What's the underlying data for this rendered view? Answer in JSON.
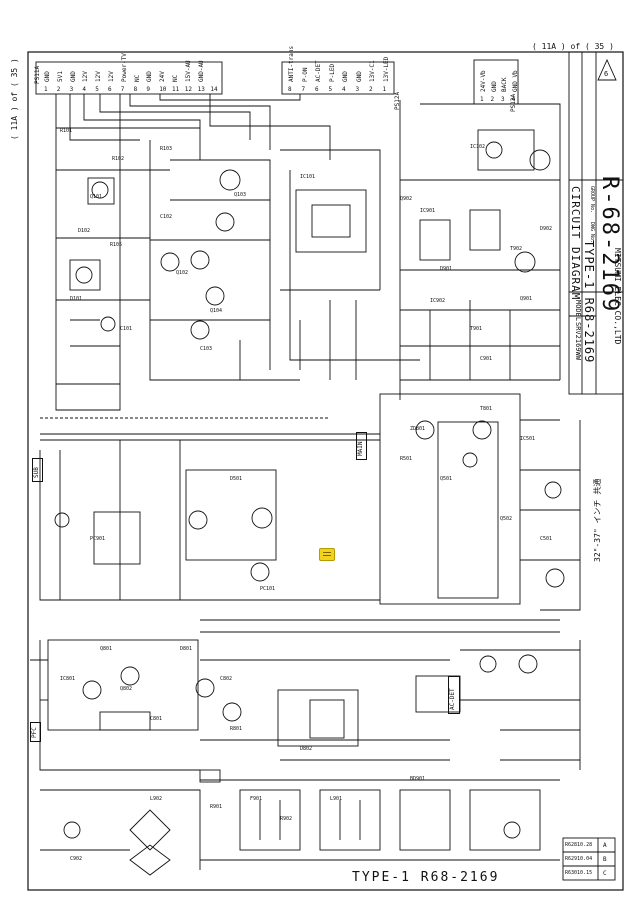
{
  "header": {
    "page_ref_top": "( 11A ) of ( 35 )",
    "page_ref_side": "( 11A ) of ( 35 )"
  },
  "title_block": {
    "model_label": "MODEL",
    "model_value": "SRV2169WW",
    "title": "CIRCUIT DIAGRAM",
    "group_label": "GROUP No.",
    "dwg_label": "DWG No.",
    "drawing_number": "R-68-2169",
    "type_line": "TYPE-1  R68-2169",
    "company": "MITSUMI ELEC.CO.,LTD",
    "revision": "6",
    "size_note": "32\"-37\" インチ 共通"
  },
  "blocks": {
    "sub": "SUB",
    "main": "MAIN",
    "acdet": "AC-DET",
    "pfc": "PFC"
  },
  "connectors": {
    "left": {
      "ref": "PS11A",
      "pins": [
        "1",
        "2",
        "3",
        "4",
        "5",
        "6",
        "7",
        "8",
        "9",
        "10",
        "11",
        "12",
        "13",
        "14"
      ],
      "signals": [
        "GND",
        "5V1",
        "GND",
        "12V",
        "12V",
        "12V",
        "Power-TV",
        "NC",
        "GND",
        "24V",
        "NC",
        "15V-AU",
        "GND-AU",
        ""
      ]
    },
    "mid": {
      "ref": "PS12A",
      "pins": [
        "8",
        "7",
        "6",
        "5",
        "4",
        "3",
        "2",
        "1"
      ],
      "signals": [
        "ANTI-trans",
        "P-ON",
        "AC-DET",
        "P-LED",
        "GND",
        "GND",
        "13V-C1",
        "13V-LED"
      ]
    },
    "right": {
      "ref": "PS13A",
      "pins": [
        "1",
        "2",
        "3",
        "4"
      ],
      "signals": [
        "24V-Vb",
        "GND",
        "BACK",
        "GND_Vb"
      ]
    }
  },
  "bottom_label": "TYPE-1  R68-2169",
  "revision_table": {
    "rows": [
      {
        "date": "R62810.28",
        "mark": "A"
      },
      {
        "date": "R62910.04",
        "mark": "B"
      },
      {
        "date": "R63010.15",
        "mark": "C"
      }
    ]
  },
  "component_labels": [
    "R101",
    "R102",
    "R103",
    "R105",
    "Q101",
    "Q102",
    "Q103",
    "Q104",
    "D101",
    "D102",
    "C101",
    "C102",
    "C103",
    "IC101",
    "IC102",
    "IC901",
    "IC902",
    "T901",
    "T902",
    "Q901",
    "Q902",
    "D901",
    "D902",
    "C901",
    "C902",
    "F901",
    "L901",
    "L902",
    "BD901",
    "R901",
    "R902",
    "Q801",
    "Q802",
    "IC801",
    "C801",
    "C802",
    "R801",
    "D801",
    "D802",
    "ZD801",
    "T801",
    "Q501",
    "Q502",
    "IC501",
    "C501",
    "R501",
    "D501",
    "PC101",
    "PC901"
  ]
}
